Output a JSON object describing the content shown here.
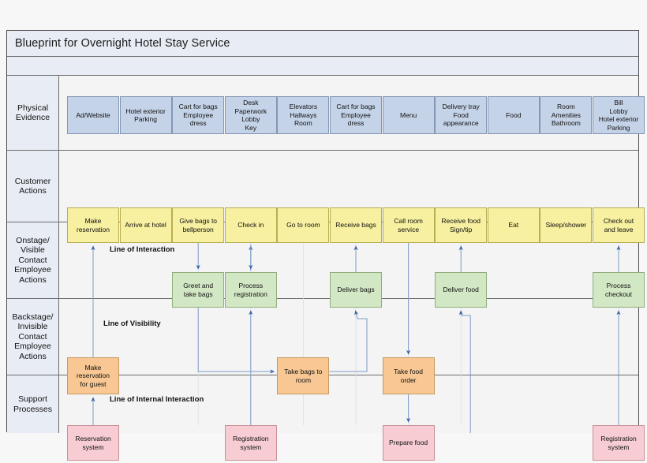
{
  "header": {
    "title": "Blueprint for Overnight Hotel Stay Service"
  },
  "rows": [
    {
      "key": "physical_evidence",
      "label": "Physical\nEvidence"
    },
    {
      "key": "customer_actions",
      "label": "Customer\nActions"
    },
    {
      "key": "onstage",
      "label": "Onstage/\nVisible\nContact\nEmployee\nActions"
    },
    {
      "key": "backstage",
      "label": "Backstage/\nInvisible\nContact\nEmployee\nActions"
    },
    {
      "key": "support",
      "label": "Support\nProcesses"
    }
  ],
  "separators": [
    {
      "key": "line_of_interaction",
      "label": "Line of Interaction"
    },
    {
      "key": "line_of_visibility",
      "label": "Line of Visibility"
    },
    {
      "key": "line_of_internal_interaction",
      "label": "Line of Internal Interaction"
    }
  ],
  "physical_evidence": [
    {
      "label": "Ad/Website"
    },
    {
      "label": "Hotel exterior\nParking"
    },
    {
      "label": "Cart for bags\nEmployee\ndress"
    },
    {
      "label": "Desk\nPaperwork\nLobby\nKey"
    },
    {
      "label": "Elevators\nHallways\nRoom"
    },
    {
      "label": "Cart for bags\nEmployee\ndress"
    },
    {
      "label": "Menu"
    },
    {
      "label": "Delivery tray\nFood\nappearance"
    },
    {
      "label": "Food"
    },
    {
      "label": "Room\nAmenities\nBathroom"
    },
    {
      "label": "Bill\nLobby\nHotel exterior\nParking"
    }
  ],
  "customer_actions": [
    {
      "label": "Make\nreservation"
    },
    {
      "label": "Arrive at hotel"
    },
    {
      "label": "Give bags to\nbellperson"
    },
    {
      "label": "Check in"
    },
    {
      "label": "Go to room"
    },
    {
      "label": "Receive bags"
    },
    {
      "label": "Call room\nservice"
    },
    {
      "label": "Receive food\nSign/tip"
    },
    {
      "label": "Eat"
    },
    {
      "label": "Sleep/shower"
    },
    {
      "label": "Check out\nand leave"
    }
  ],
  "onstage": [
    {
      "label": "Greet and\ntake bags",
      "col": 2
    },
    {
      "label": "Process\nregistration",
      "col": 3
    },
    {
      "label": "Deliver bags",
      "col": 5
    },
    {
      "label": "Deliver food",
      "col": 7
    },
    {
      "label": "Process\ncheckout",
      "col": 10
    }
  ],
  "backstage": [
    {
      "label": "Make\nreservation\nfor guest",
      "col": 0
    },
    {
      "label": "Take bags to\nroom",
      "col": 4
    },
    {
      "label": "Take food\norder",
      "col": 6
    }
  ],
  "support": [
    {
      "label": "Reservation\nsystem",
      "col": 0
    },
    {
      "label": "Registration\nsystem",
      "col": 3
    },
    {
      "label": "Prepare food",
      "col": 6
    },
    {
      "label": "Registration\nsystem",
      "col": 10
    }
  ],
  "colors": {
    "physical_evidence_fill": "#c5d3e8",
    "customer_actions_fill": "#f7f0a0",
    "onstage_fill": "#d2e7c4",
    "backstage_fill": "#f8c793",
    "support_fill": "#f7cdd3",
    "header_fill": "#e8edf5",
    "connector": "#7d9bc6",
    "border": "#6b6b6b"
  }
}
